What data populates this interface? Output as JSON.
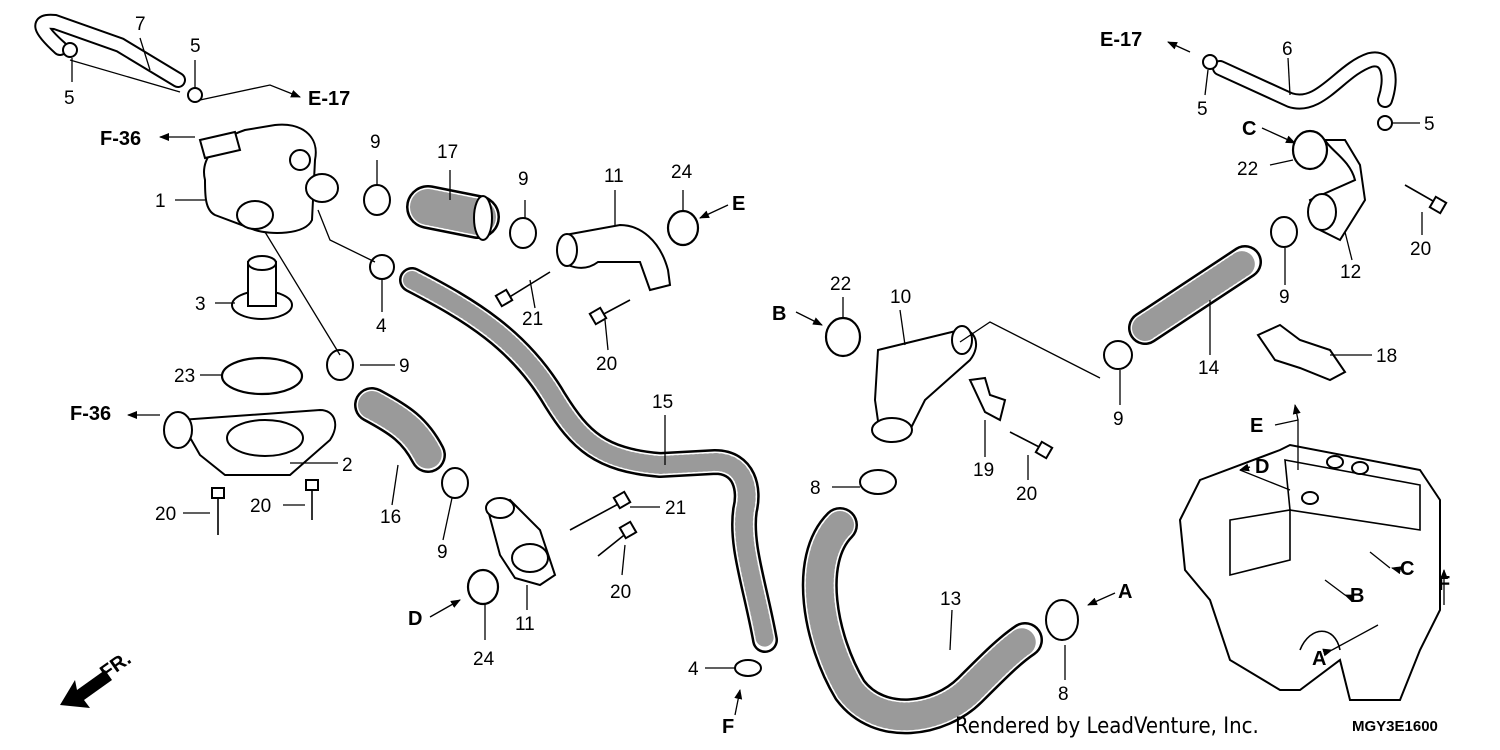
{
  "diagram": {
    "credit": "Rendered by LeadVenture, Inc.",
    "code": "MGY3E1600",
    "direction_label": "FR.",
    "part_labels": [
      {
        "id": "l7",
        "text": "7"
      },
      {
        "id": "l5a",
        "text": "5"
      },
      {
        "id": "l5b",
        "text": "5"
      },
      {
        "id": "l1",
        "text": "1"
      },
      {
        "id": "l3",
        "text": "3"
      },
      {
        "id": "l23",
        "text": "23"
      },
      {
        "id": "l2",
        "text": "2"
      },
      {
        "id": "l20a",
        "text": "20"
      },
      {
        "id": "l20b",
        "text": "20"
      },
      {
        "id": "l9a",
        "text": "9"
      },
      {
        "id": "l17",
        "text": "17"
      },
      {
        "id": "l9b",
        "text": "9"
      },
      {
        "id": "l11a",
        "text": "11"
      },
      {
        "id": "l24a",
        "text": "24"
      },
      {
        "id": "l4a",
        "text": "4"
      },
      {
        "id": "l21a",
        "text": "21"
      },
      {
        "id": "l20c",
        "text": "20"
      },
      {
        "id": "l9c",
        "text": "9"
      },
      {
        "id": "l16",
        "text": "16"
      },
      {
        "id": "l15",
        "text": "15"
      },
      {
        "id": "l21b",
        "text": "21"
      },
      {
        "id": "l20d",
        "text": "20"
      },
      {
        "id": "l9d",
        "text": "9"
      },
      {
        "id": "l11b",
        "text": "11"
      },
      {
        "id": "l24b",
        "text": "24"
      },
      {
        "id": "l4b",
        "text": "4"
      },
      {
        "id": "l6",
        "text": "6"
      },
      {
        "id": "l5c",
        "text": "5"
      },
      {
        "id": "l5d",
        "text": "5"
      },
      {
        "id": "l22a",
        "text": "22"
      },
      {
        "id": "l20e",
        "text": "20"
      },
      {
        "id": "l12",
        "text": "12"
      },
      {
        "id": "l9e",
        "text": "9"
      },
      {
        "id": "l14",
        "text": "14"
      },
      {
        "id": "l18",
        "text": "18"
      },
      {
        "id": "l22b",
        "text": "22"
      },
      {
        "id": "l10",
        "text": "10"
      },
      {
        "id": "l9f",
        "text": "9"
      },
      {
        "id": "l19",
        "text": "19"
      },
      {
        "id": "l20f",
        "text": "20"
      },
      {
        "id": "l8a",
        "text": "8"
      },
      {
        "id": "l13",
        "text": "13"
      },
      {
        "id": "l8b",
        "text": "8"
      }
    ],
    "ref_labels": [
      {
        "id": "rE17a",
        "text": "E-17"
      },
      {
        "id": "rF36a",
        "text": "F-36"
      },
      {
        "id": "rF36b",
        "text": "F-36"
      },
      {
        "id": "rE17b",
        "text": "E-17"
      },
      {
        "id": "rE",
        "text": "E"
      },
      {
        "id": "rB",
        "text": "B"
      },
      {
        "id": "rC",
        "text": "C"
      },
      {
        "id": "rD",
        "text": "D"
      },
      {
        "id": "rF",
        "text": "F"
      },
      {
        "id": "rA",
        "text": "A"
      },
      {
        "id": "eE",
        "text": "E"
      },
      {
        "id": "eD",
        "text": "D"
      },
      {
        "id": "eC",
        "text": "C"
      },
      {
        "id": "eB",
        "text": "B"
      },
      {
        "id": "eA",
        "text": "A"
      },
      {
        "id": "eF",
        "text": "F"
      }
    ]
  }
}
